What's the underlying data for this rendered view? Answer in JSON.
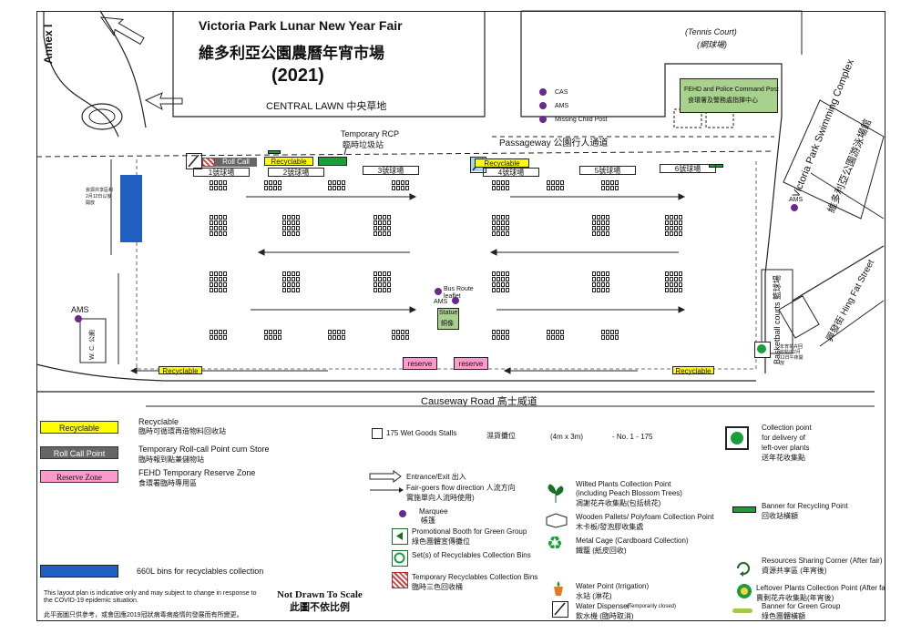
{
  "header": {
    "title_en": "Victoria Park Lunar New Year Fair",
    "title_zh": "維多利亞公園農曆年宵市場",
    "year": "(2021)"
  },
  "map": {
    "central_lawn": "CENTRAL LAWN 中央草地",
    "annex": "Annex I",
    "tennis_court_en": "(Tennis Court)",
    "tennis_court_zh": "(網球場)",
    "fehd_cmd_en": "FEHD and Police Command Post",
    "fehd_cmd_zh": "食環署及警務處指揮中心",
    "cas": "CAS",
    "ams": "AMS",
    "missing_child": "Missing Child Post",
    "passageway": "Passageway 公園行人通道",
    "temp_rcp_en": "Temporary RCP",
    "temp_rcp_zh": "臨時垃圾站",
    "roll_call": "Roll Call Point",
    "recyclable": "Recyclable",
    "reserve": "reserve",
    "bins_note": "資源共享區和2月12日以後開放",
    "court_labels": [
      "1號球場",
      "2號球場",
      "3號球場",
      "4號球場",
      "5號球場",
      "6號球場"
    ],
    "pool_en": "Victoria Park Swimming Complex",
    "pool_zh": "維多利亞公園游泳場館",
    "bus_route": "Bus Route leaflet",
    "statue_en": "Statue",
    "statue_zh": "銅像",
    "wc": "W. C. 公廁",
    "basketball": "Basketball courts 籃球場",
    "causeway_road": "Causeway Road 高士威道",
    "hing_fat": "興發街 Hing Fat Street",
    "delivery_note": "年宵花卉回收點由2月12日午夜開放"
  },
  "legend": {
    "recyclable_box": "Recyclable",
    "recyclable_en": "Recyclable",
    "recyclable_zh": "臨時可循環再造物料回收站",
    "roll_call_box": "Roll Call Point",
    "roll_call_en": "Temporary Roll-call Point cum Store",
    "roll_call_zh": "臨時報到點兼儲物站",
    "reserve_box": "Reserve Zone",
    "reserve_en": "FEHD Temporary Reserve Zone",
    "reserve_zh": "食環署臨時專用區",
    "bins_en": "660L bins for recyclables collection",
    "stalls_en": "175 Wet Goods Stalls",
    "stalls_zh": "濕貨攤位",
    "stalls_size": "(4m x 3m)",
    "stalls_no": "- No. 1 - 175",
    "entrance": "Entrance/Exit 出入",
    "flow_en": "Fair-goers flow direction 人流方向",
    "flow_zh": "實施單向人流時使用)",
    "marquee_en": "Marquee",
    "marquee_zh": "帳篷",
    "promo_en": "Promotional Booth for Green Group",
    "promo_zh": "綠色團體宣傳攤位",
    "recycle_set_en": "Set(s) of Recyclables Collection Bins",
    "temp_recycle_en": "Temporary Recyclables Collection Bins",
    "temp_recycle_zh": "臨時三色回收桶",
    "wilted_en": "Wilted Plants Collection Point",
    "wilted_en2": "(including Peach Blossom Trees)",
    "wilted_zh": "凋謝花卉收集點(包括桃花)",
    "pallet_en": "Wooden Pallets/ Polyfoam Collection Point",
    "pallet_zh": "木卡板/發泡膠收集處",
    "cage_en": "Metal Cage (Cardboard Collection)",
    "cage_zh": "鐵籠 (紙皮回收)",
    "water_en": "Water Point (Irrigation)",
    "water_zh": "水站 (淋花)",
    "dispenser_en": "Water Dispenser",
    "dispenser_note": "(Temporarily closed)",
    "dispenser_zh": "飲水機 (臨時取消)",
    "delivery_en1": "Collection point",
    "delivery_en2": "for delivery of",
    "delivery_en3": "left-over plants",
    "delivery_zh": "送年花收集點",
    "banner_recycle_en": "Banner for Recycling Point",
    "banner_recycle_zh": "回收站橫額",
    "sharing_en": "Resources Sharing Corner (After fair)",
    "sharing_zh": "資源共享區 (年宵後)",
    "leftover_en": "Leftover Plants Collection Point (After fa",
    "leftover_zh": "賣剩花卉收集點(年宵後)",
    "banner_green_en": "Banner for Green Group",
    "banner_green_zh": "綠色團體橫額",
    "not_scale_en": "Not Drawn To Scale",
    "not_scale_zh": "此圖不依比例",
    "disclaimer_en": "This layout plan is indicative only and may subject to change in response to the COVID-19 epidemic situation.",
    "disclaimer_zh": "此平面圖只供參考，或會因應2019冠狀病毒病疫情的發展而有所變更。"
  },
  "colors": {
    "recyclable": "#ffff00",
    "roll_call": "#666666",
    "reserve": "#ff99cc",
    "bins": "#1f5fbf",
    "fehd": "#a9d18e",
    "marquee": "#6a2a8c",
    "green_banner": "#1a9e3a"
  }
}
